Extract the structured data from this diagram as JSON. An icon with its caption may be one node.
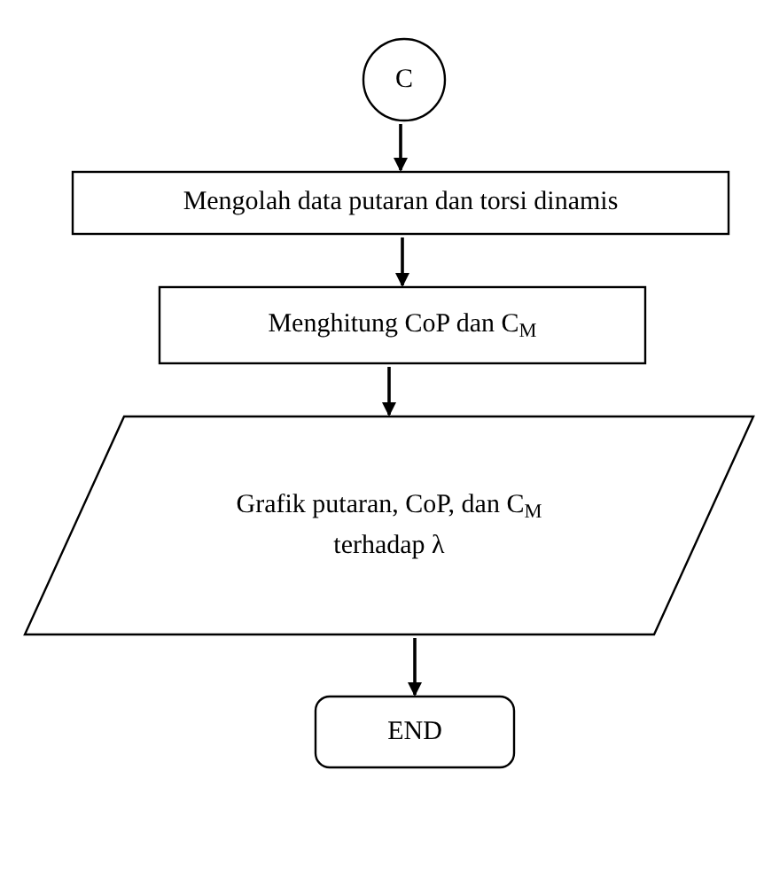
{
  "diagram": {
    "nodes": [
      {
        "text": [
          "C"
        ]
      },
      {
        "text": [
          "Mengolah data putaran dan torsi dinamis"
        ]
      },
      {
        "text": [
          "Menghitung CoP dan C$_{M}$"
        ]
      },
      {
        "text": [
          "Grafik putaran, CoP, dan C$_{M}$ terhadap λ"
        ]
      },
      {
        "text": [
          "END"
        ]
      }
    ],
    "edges": [
      {
        "from": 0,
        "to": 1,
        "arrow": "to"
      },
      {
        "from": 1,
        "to": 2,
        "arrow": "to"
      },
      {
        "from": 2,
        "to": 3,
        "arrow": "to"
      },
      {
        "from": 3,
        "to": 4,
        "arrow": "to"
      }
    ]
  }
}
